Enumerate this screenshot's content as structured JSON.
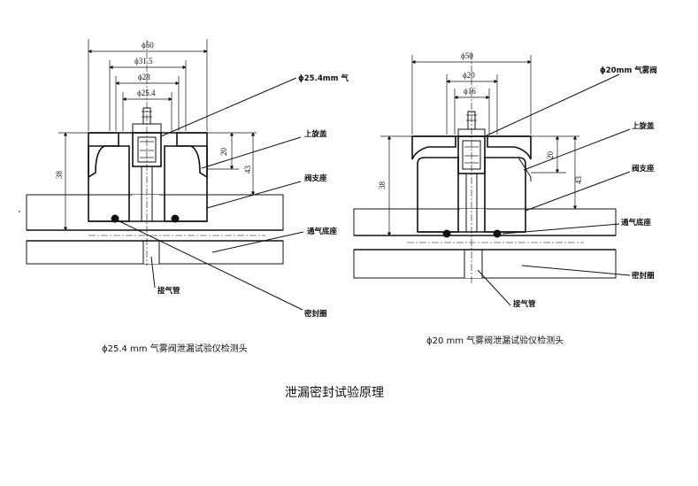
{
  "left_figure": {
    "dims": {
      "d50": "ϕ50",
      "d315": "ϕ31.5",
      "d28": "ϕ28",
      "d254": "ϕ25.4",
      "h20": "20",
      "h43": "43",
      "h38": "38"
    },
    "labels": {
      "valve": "ϕ25.4mm 气",
      "top_cap": "上旋盖",
      "valve_seat": "阀支座",
      "vent_base": "通气底座",
      "inlet_pipe": "接气管",
      "seal_ring": "密封圈"
    },
    "caption": "ϕ25.4 mm 气雾阀泄漏试验仪检测头"
  },
  "right_figure": {
    "dims": {
      "d50": "ϕ50",
      "d20": "ϕ20",
      "d16": "ϕ16",
      "h20": "20",
      "h43": "43",
      "h38": "38"
    },
    "labels": {
      "valve": "ϕ20mm 气雾阀",
      "top_cap": "上旋盖",
      "valve_seat": "阀支座",
      "vent_base": "通气底座",
      "seal_ring": "密封圈",
      "inlet_pipe": "接气管"
    },
    "caption": "ϕ20 mm 气雾阀泄漏试验仪检测头"
  },
  "main_caption": "泄漏密封试验原理",
  "colors": {
    "ink": "#111111",
    "background": "#ffffff"
  }
}
